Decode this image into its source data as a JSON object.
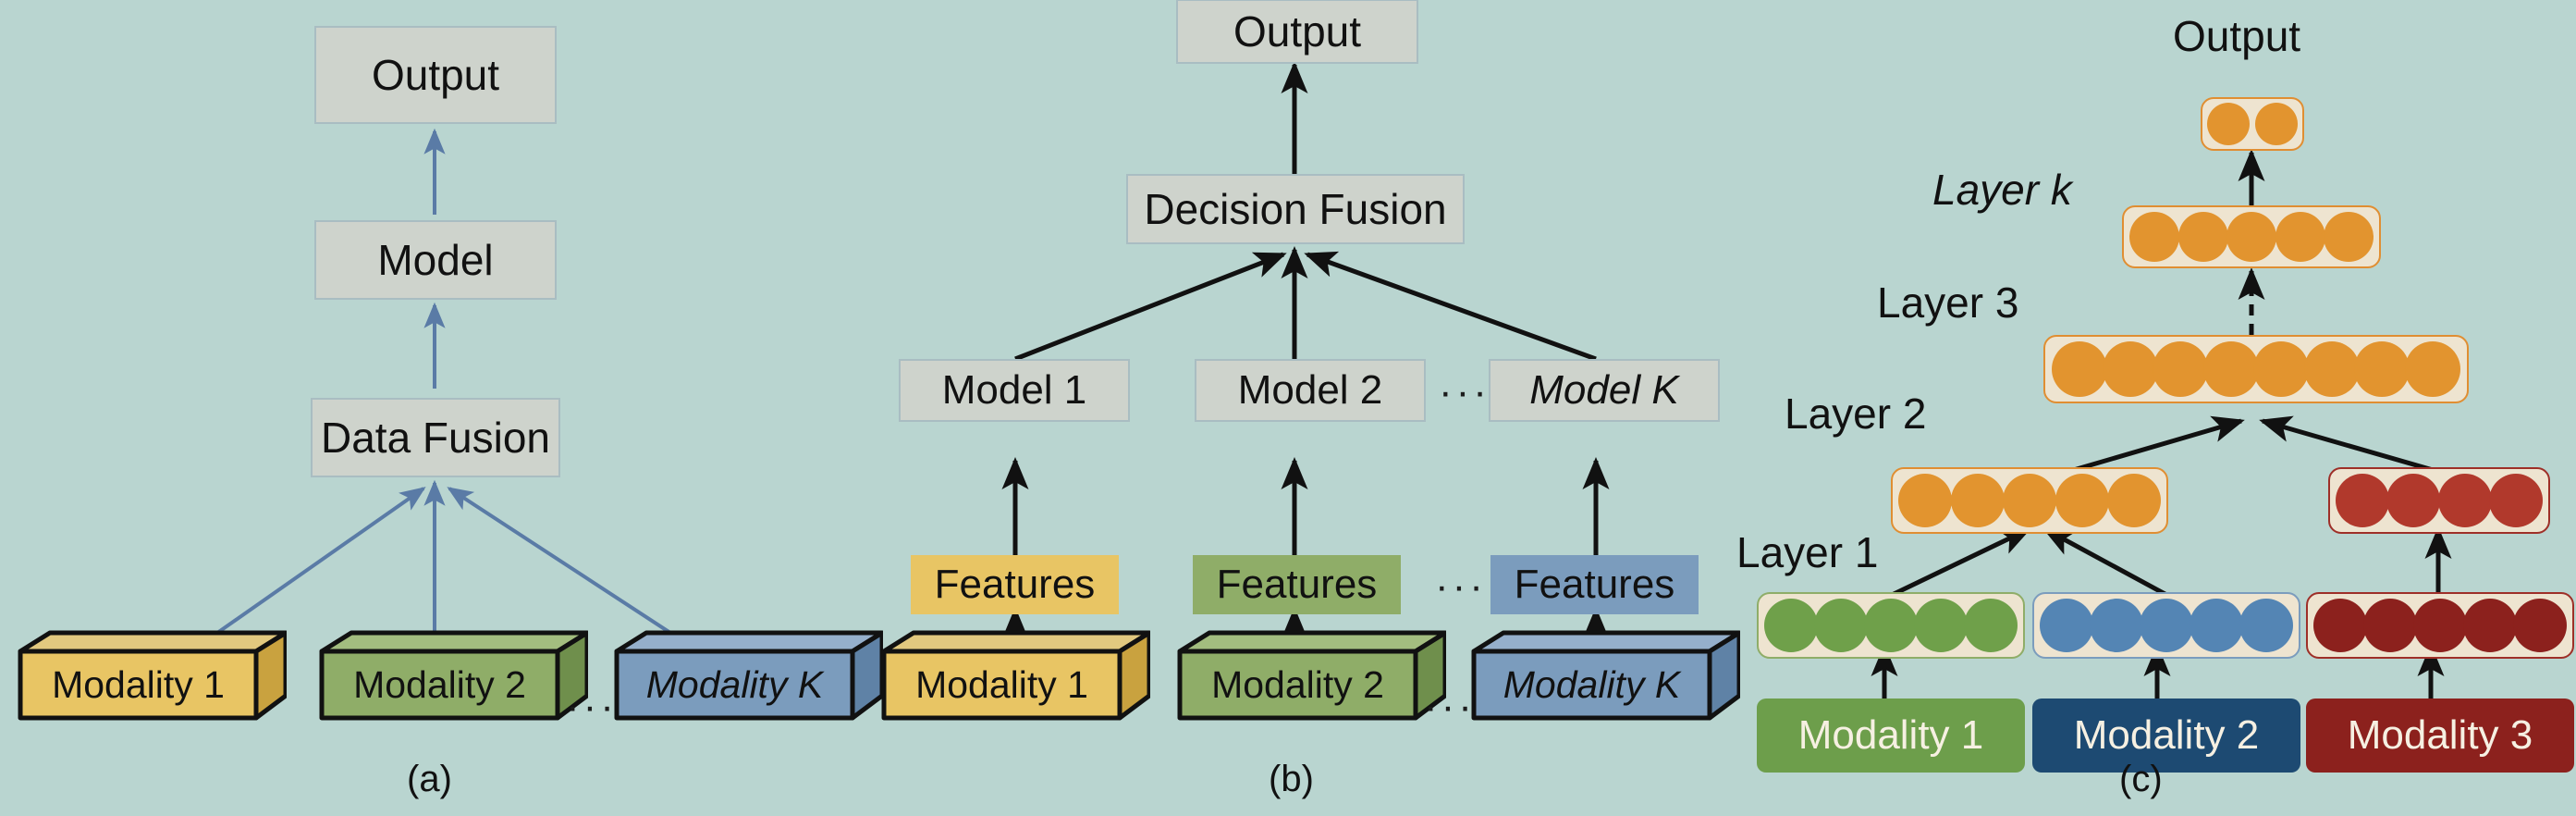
{
  "figure": {
    "background_color": "#b9d5d0",
    "panels": [
      {
        "id": "a",
        "caption": "(a)",
        "type": "early-data-fusion",
        "nodes": {
          "output": "Output",
          "model": "Model",
          "fusion": "Data Fusion"
        },
        "modalities": [
          {
            "label": "Modality 1",
            "color": "#e8c564",
            "top": "#e2c97f",
            "side": "#c9a23f"
          },
          {
            "label": "Modality 2",
            "color": "#8fad68",
            "top": "#a3bd7f",
            "side": "#6f8f4c"
          },
          {
            "label": "Modality K",
            "color": "#7b9cbd",
            "top": "#95afcb",
            "side": "#5f82a6"
          }
        ],
        "ellipsis": "···",
        "arrow_color": "#5a7ba6"
      },
      {
        "id": "b",
        "caption": "(b)",
        "type": "late-decision-fusion",
        "nodes": {
          "output": "Output",
          "fusion": "Decision Fusion"
        },
        "models": [
          "Model 1",
          "Model 2",
          "Model K"
        ],
        "features": [
          "Features",
          "Features",
          "Features"
        ],
        "modalities": [
          {
            "label": "Modality 1",
            "color": "#e8c564",
            "top": "#e2c97f",
            "side": "#c9a23f"
          },
          {
            "label": "Modality 2",
            "color": "#8fad68",
            "top": "#a3bd7f",
            "side": "#6f8f4c"
          },
          {
            "label": "Modality K",
            "color": "#7b9cbd",
            "top": "#95afcb",
            "side": "#5f82a6"
          }
        ],
        "ellipsis": "···",
        "arrow_color": "#111111"
      },
      {
        "id": "c",
        "caption": "(c)",
        "type": "intermediate-hierarchical-fusion",
        "output_label": "Output",
        "layer_labels": [
          "Layer 1",
          "Layer 2",
          "Layer 3",
          "Layer k"
        ],
        "layers": {
          "output": {
            "node_count": 2,
            "node_color": "#e2942f",
            "border_color": "#e08e32"
          },
          "layer_k": {
            "node_count": 5,
            "node_color": "#e2942f",
            "border_color": "#e08e32"
          },
          "layer_3": {
            "node_count": 8,
            "node_color": "#e2942f",
            "border_color": "#e08e32"
          },
          "layer_2_left": {
            "node_count": 5,
            "node_color": "#e2942f",
            "border_color": "#e08e32"
          },
          "layer_2_right": {
            "node_count": 4,
            "node_color": "#b1392c",
            "border_color": "#9e2f28"
          },
          "layer_1_green": {
            "node_count": 5,
            "node_color": "#6fa04a",
            "border_color": "#8fad68"
          },
          "layer_1_blue": {
            "node_count": 5,
            "node_color": "#5485b4",
            "border_color": "#7b9cbd"
          },
          "layer_1_dred": {
            "node_count": 5,
            "node_color": "#8c211d",
            "border_color": "#9e2f28"
          }
        },
        "modalities": [
          {
            "label": "Modality 1",
            "color": "#6d9e4b"
          },
          {
            "label": "Modality 2",
            "color": "#1d4a72"
          },
          {
            "label": "Modality 3",
            "color": "#8c211d"
          }
        ],
        "arrow_color": "#111111",
        "dashed_arrow": true
      }
    ]
  }
}
